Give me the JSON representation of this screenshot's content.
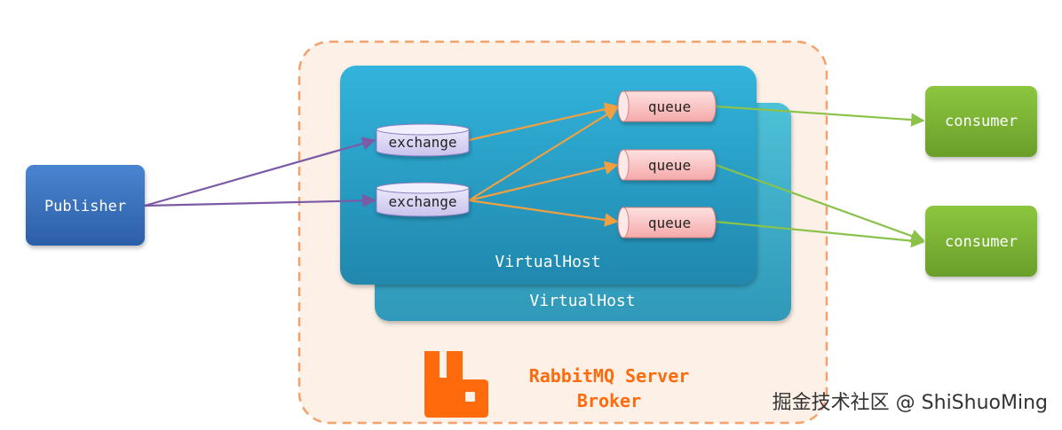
{
  "colors": {
    "publisher": "#3a6fbf",
    "consumer": "#7ab030",
    "virtualhost_front": "#2aa6d0",
    "virtualhost_back": "#3fb3d1",
    "broker_border": "#f4a06a",
    "broker_fill": "#fdf1e7",
    "exchange": "#d7d2f2",
    "queue": "#f8c0c0",
    "publish_edge": "#7b5aa6",
    "route_edge": "#f0a040",
    "consume_edge": "#8ac24a",
    "rabbitmq_logo": "#ff6a0d"
  },
  "publisher": {
    "label": "Publisher"
  },
  "broker": {
    "line1": "RabbitMQ Server",
    "line2": "Broker",
    "logo_icon": "rabbitmq-logo-icon"
  },
  "virtualhosts": [
    {
      "label": "VirtualHost"
    },
    {
      "label": "VirtualHost"
    }
  ],
  "exchanges": [
    {
      "label": "exchange"
    },
    {
      "label": "exchange"
    }
  ],
  "queues": [
    {
      "label": "queue"
    },
    {
      "label": "queue"
    },
    {
      "label": "queue"
    }
  ],
  "consumers": [
    {
      "label": "consumer"
    },
    {
      "label": "consumer"
    }
  ],
  "watermark": "掘金技术社区 @ ShiShuoMing"
}
